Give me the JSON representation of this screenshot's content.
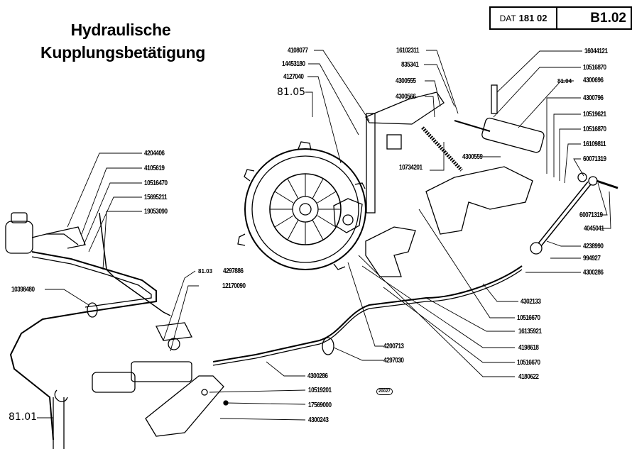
{
  "header": {
    "title_line1": "Hydraulische",
    "title_line2": "Kupplungsbetätigung",
    "dat_prefix": "DAT",
    "dat_number": "181 02",
    "page_code": "B1.02"
  },
  "cross_references": {
    "ref_top": "81.05",
    "ref_bottom_left": "81.01",
    "ref_small_right": "81.04",
    "ref_small_left": "81.03"
  },
  "badge": "20027",
  "part_labels": {
    "top_center": [
      "4108077",
      "14453180",
      "4127040"
    ],
    "top_mid": [
      "16102311",
      "835341",
      "4300555",
      "4300566"
    ],
    "right_column": [
      "16044121",
      "10516870",
      "4300696",
      "4300796",
      "10519621",
      "10516870",
      "16109811",
      "60071319",
      "60071319",
      "4045041",
      "4238990",
      "994927",
      "4300286"
    ],
    "mid_right": [
      "4300559",
      "10734201"
    ],
    "lower_right": [
      "4302133",
      "10516670",
      "16135921",
      "4198618",
      "10516670",
      "4180622"
    ],
    "left_column": [
      "4204406",
      "4105619",
      "10516470",
      "15695211",
      "19053090",
      "10398480"
    ],
    "center_left": [
      "4297886",
      "12170090"
    ],
    "bottom_center": [
      "4200713",
      "4297030",
      "4300286",
      "10519201",
      "17569000",
      "4300243"
    ]
  }
}
